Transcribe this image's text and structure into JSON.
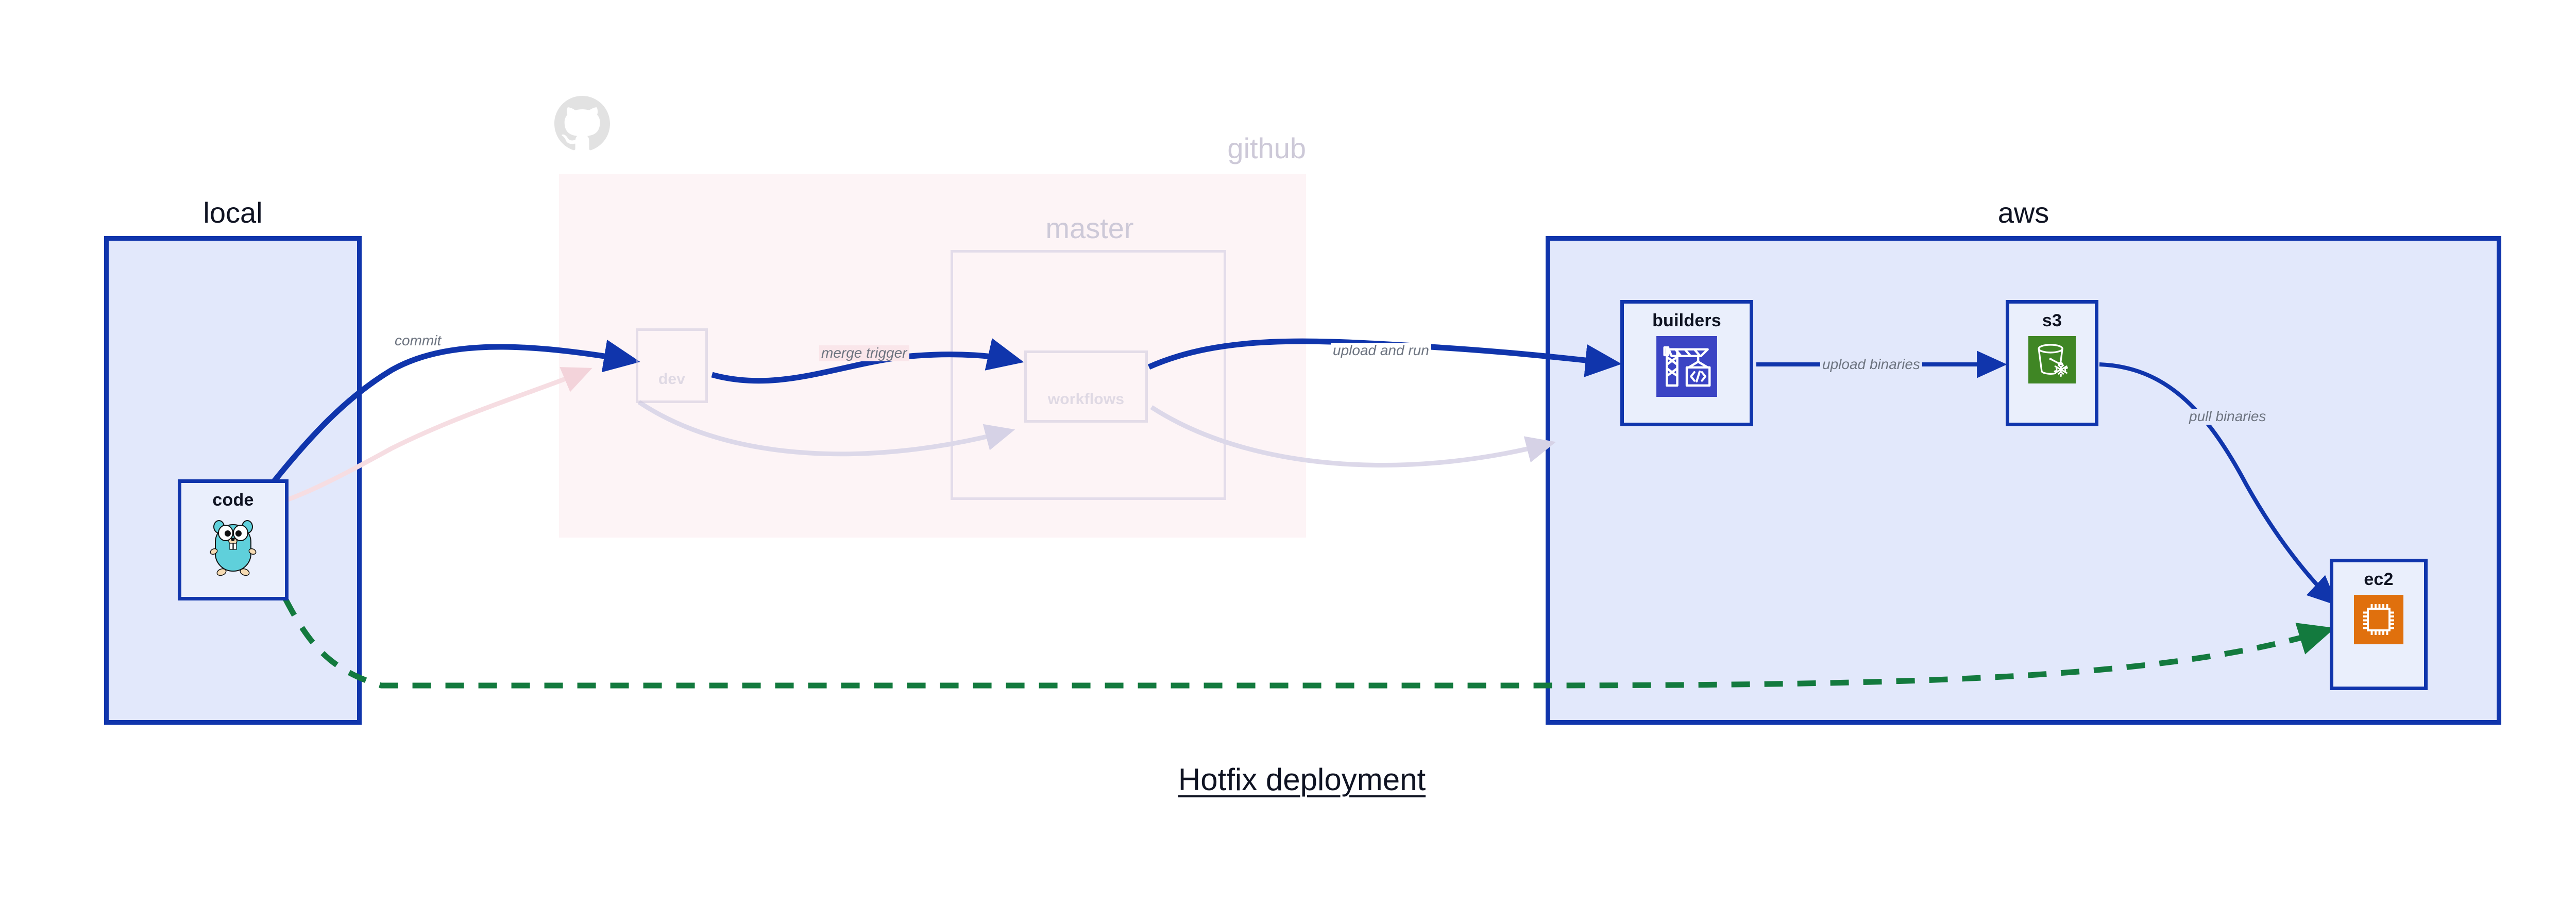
{
  "caption": "Hotfix deployment",
  "clusters": [
    {
      "id": "local",
      "label": "local",
      "dim": false
    },
    {
      "id": "github",
      "label": "github",
      "dim": true
    },
    {
      "id": "master",
      "label": "master",
      "dim": true
    },
    {
      "id": "aws",
      "label": "aws",
      "dim": false
    }
  ],
  "nodes": [
    {
      "id": "code",
      "label": "code",
      "icon": "go-gopher-icon",
      "dim": false
    },
    {
      "id": "dev",
      "label": "dev",
      "icon": "none",
      "dim": true
    },
    {
      "id": "workflows",
      "label": "workflows",
      "icon": "none",
      "dim": true
    },
    {
      "id": "builders",
      "label": "builders",
      "icon": "aws-codebuild-icon",
      "dim": false
    },
    {
      "id": "s3",
      "label": "s3",
      "icon": "aws-s3-glacier-icon",
      "dim": false
    },
    {
      "id": "ec2",
      "label": "ec2",
      "icon": "aws-ec2-icon",
      "dim": false
    }
  ],
  "edges": [
    {
      "id": "commit",
      "from": "code",
      "to": "dev",
      "label": "commit",
      "style": "solid",
      "dim": false
    },
    {
      "id": "merge-trigger",
      "from": "dev",
      "to": "workflows",
      "label": "merge trigger",
      "style": "solid",
      "dim": false
    },
    {
      "id": "upload-and-run",
      "from": "workflows",
      "to": "builders",
      "label": "upload and run",
      "style": "solid",
      "dim": false
    },
    {
      "id": "upload-binaries",
      "from": "builders",
      "to": "s3",
      "label": "upload binaries",
      "style": "solid",
      "dim": false
    },
    {
      "id": "pull-binaries",
      "from": "s3",
      "to": "ec2",
      "label": "pull binaries",
      "style": "solid",
      "dim": false
    },
    {
      "id": "hotfix-direct",
      "from": "code",
      "to": "ec2",
      "label": "",
      "style": "dashed",
      "dim": false
    },
    {
      "id": "faded-code-dev",
      "from": "code",
      "to": "dev",
      "label": "",
      "style": "solid",
      "dim": true
    },
    {
      "id": "faded-dev-wf",
      "from": "dev",
      "to": "workflows",
      "label": "",
      "style": "solid",
      "dim": true
    },
    {
      "id": "faded-wf-build",
      "from": "workflows",
      "to": "builders",
      "label": "",
      "style": "solid",
      "dim": true
    }
  ],
  "colors": {
    "accent_blue": "#1035ac",
    "cluster_blue_fill": "#e2e8fb",
    "github_pink_fill": "#fae6ea",
    "dashed_green": "#137a3e",
    "label_gray": "#6d7480",
    "faded_purple": "#cfc9dd",
    "s3_green": "#3f8624",
    "ec2_orange": "#e0700d",
    "codebuild_blue": "#3b44c4",
    "gopher_cyan": "#5fd0db"
  },
  "icons": {
    "github": "github-octocat-icon",
    "gopher": "go-gopher-icon",
    "codebuild": "aws-codebuild-icon",
    "s3": "aws-s3-glacier-icon",
    "ec2": "aws-ec2-icon"
  }
}
